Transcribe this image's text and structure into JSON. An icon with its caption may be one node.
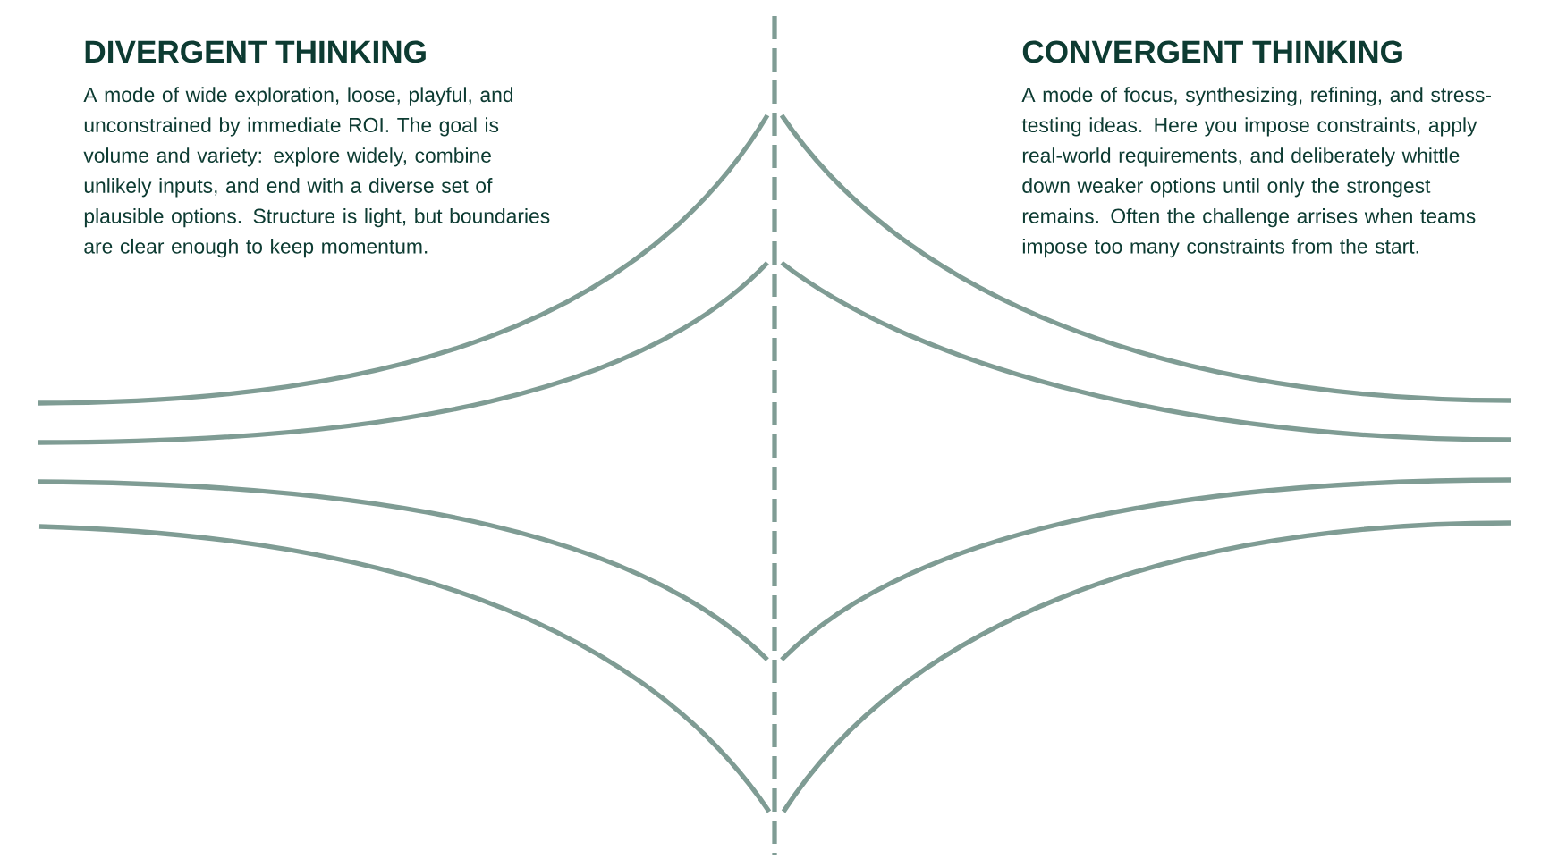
{
  "diagram": {
    "labels": [
      "DIVERGENT THINKING",
      "A mode of wide exploration, loose, playful, and unconstrained by immediate ROI. The goal is volume and variety: explore widely, combine unlikely inputs, and end with a diverse set of plausible options. Structure is light, but boundaries are clear enough to keep momentum.",
      "CONVERGENT THINKING",
      "A mode of focus, synthesizing, refining, and stress-testing ideas. Here you impose constraints, apply real-world requirements, and deliberately whittle down weaker options until only the strongest remains. Often the challenge arrises when teams impose too many constraints from the start."
    ]
  }
}
